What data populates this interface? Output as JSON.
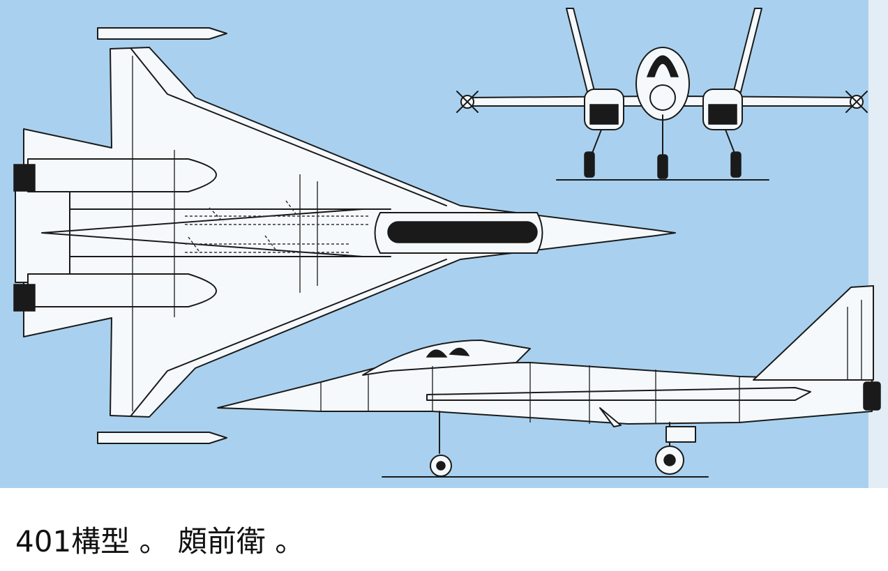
{
  "caption": "401構型 。 頗前衛 。",
  "colors": {
    "background_blue": "#a9d1ef",
    "drawing_fill": "#f6f9fc",
    "ink": "#1a1a1a",
    "page": "#ffffff"
  },
  "views": [
    "top-view",
    "front-view",
    "side-view"
  ]
}
